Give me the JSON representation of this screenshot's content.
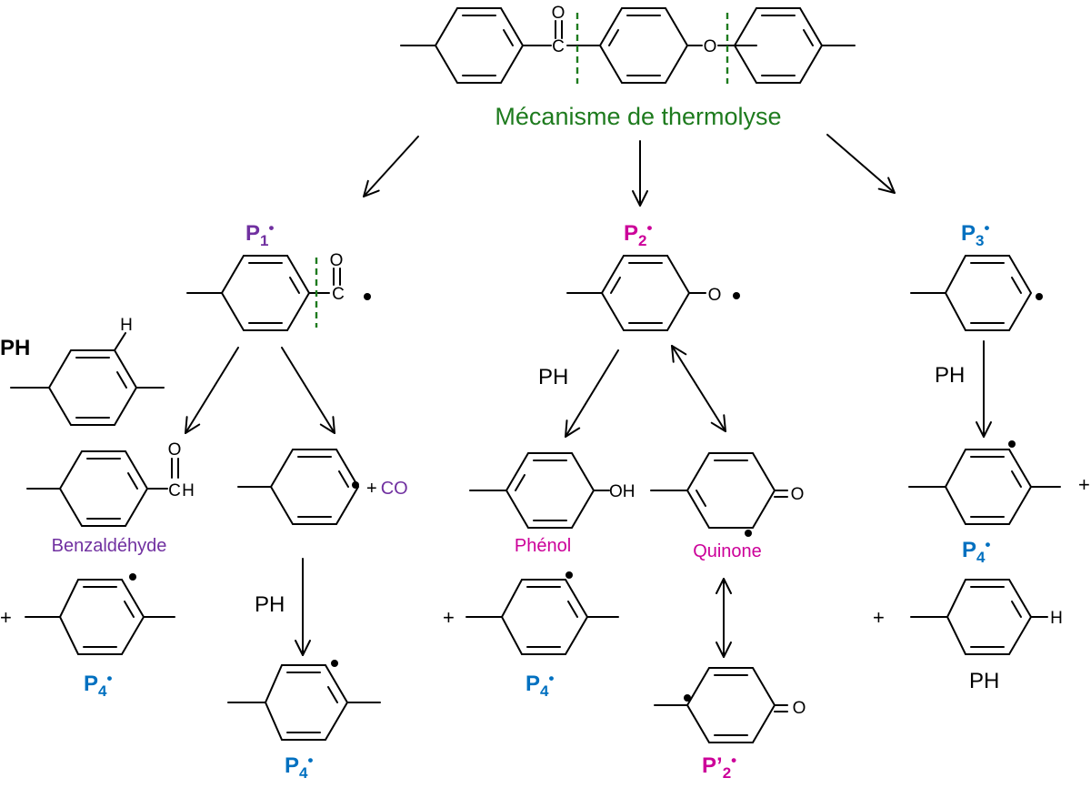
{
  "title": "Mécanisme de thermolyse",
  "colors": {
    "title": "#1e7b1e",
    "p1": "#7030a0",
    "p2": "#cc0099",
    "p3": "#0070c0",
    "p4": "#0070c0",
    "benzaldehyde": "#7030a0",
    "co": "#7030a0",
    "phenol": "#cc0099",
    "quinone": "#cc0099",
    "p2prime": "#cc0099"
  },
  "atoms": {
    "oxygen": "O",
    "carbon": "C",
    "hydrogen": "H",
    "hydroxyl": "OH",
    "plus": "+"
  },
  "radicals": {
    "p1": "P1",
    "p2": "P2",
    "p3": "P3",
    "p4": "P4",
    "p2prime": "P'2",
    "radical_dot": "•"
  },
  "labels": {
    "ph": "PH",
    "co_suffix": "+ CO",
    "benzaldehyde": "Benzaldéhyde",
    "phenol": "Phénol",
    "quinone": "Quinone"
  }
}
